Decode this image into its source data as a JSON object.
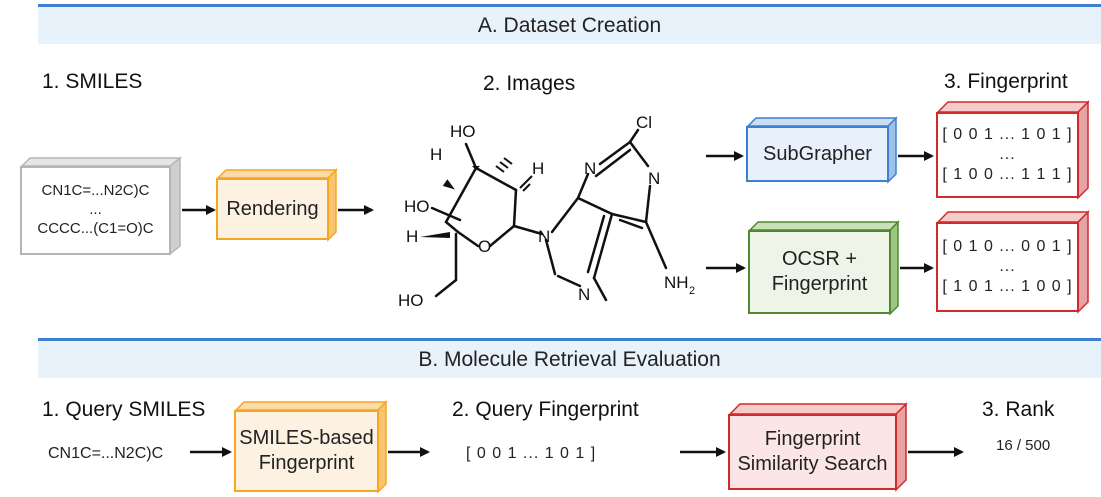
{
  "section_a": {
    "title": "A. Dataset Creation"
  },
  "section_b": {
    "title": "B. Molecule Retrieval Evaluation"
  },
  "a_labels": {
    "smiles": "1. SMILES",
    "images": "2. Images",
    "fingerprint": "3. Fingerprint"
  },
  "smiles_box": {
    "line1": "CN1C=...N2C)C",
    "line2": "...",
    "line3": "CCCC...(C1=O)C"
  },
  "rendering_box": {
    "label": "Rendering"
  },
  "subgrapher_box": {
    "label": "SubGrapher"
  },
  "ocsr_box": {
    "line1": "OCSR +",
    "line2": "Fingerprint"
  },
  "fp_top": {
    "line1": "[ 0 0 1 ... 1 0 1 ]",
    "line2": "...",
    "line3": "[ 1 0 0 ... 1 1 1 ]"
  },
  "fp_bottom": {
    "line1": "[ 0 1 0 ... 0 0 1 ]",
    "line2": "...",
    "line3": "[ 1 0 1 ... 1 0 0 ]"
  },
  "molecule": {
    "atoms": {
      "ho_top": "HO",
      "h_top1": "H",
      "h_top2": "H",
      "ho_left": "HO",
      "h_left": "H",
      "o_ring": "O",
      "ho_bottom": "HO",
      "n9": "N",
      "n7": "N",
      "n3": "N",
      "n1": "N",
      "cl": "Cl",
      "nh2": "NH",
      "nh2_sub": "2"
    }
  },
  "b_labels": {
    "query_smiles": "1. Query SMILES",
    "query_fp": "2. Query Fingerprint",
    "rank": "3. Rank"
  },
  "b_flow": {
    "query_smiles_text": "CN1C=...N2C)C",
    "smiles_fp_line1": "SMILES-based",
    "smiles_fp_line2": "Fingerprint",
    "query_fp_value": "[ 0 0 1 ... 1 0 1 ]",
    "search_line1": "Fingerprint",
    "search_line2": "Similarity Search",
    "rank_value": "16 / 500"
  },
  "colors": {
    "blue": "#3f7fd0",
    "orange": "#f5a623",
    "green": "#4e8a2d",
    "red": "#d12a2a",
    "gray": "#b5b5b5"
  }
}
